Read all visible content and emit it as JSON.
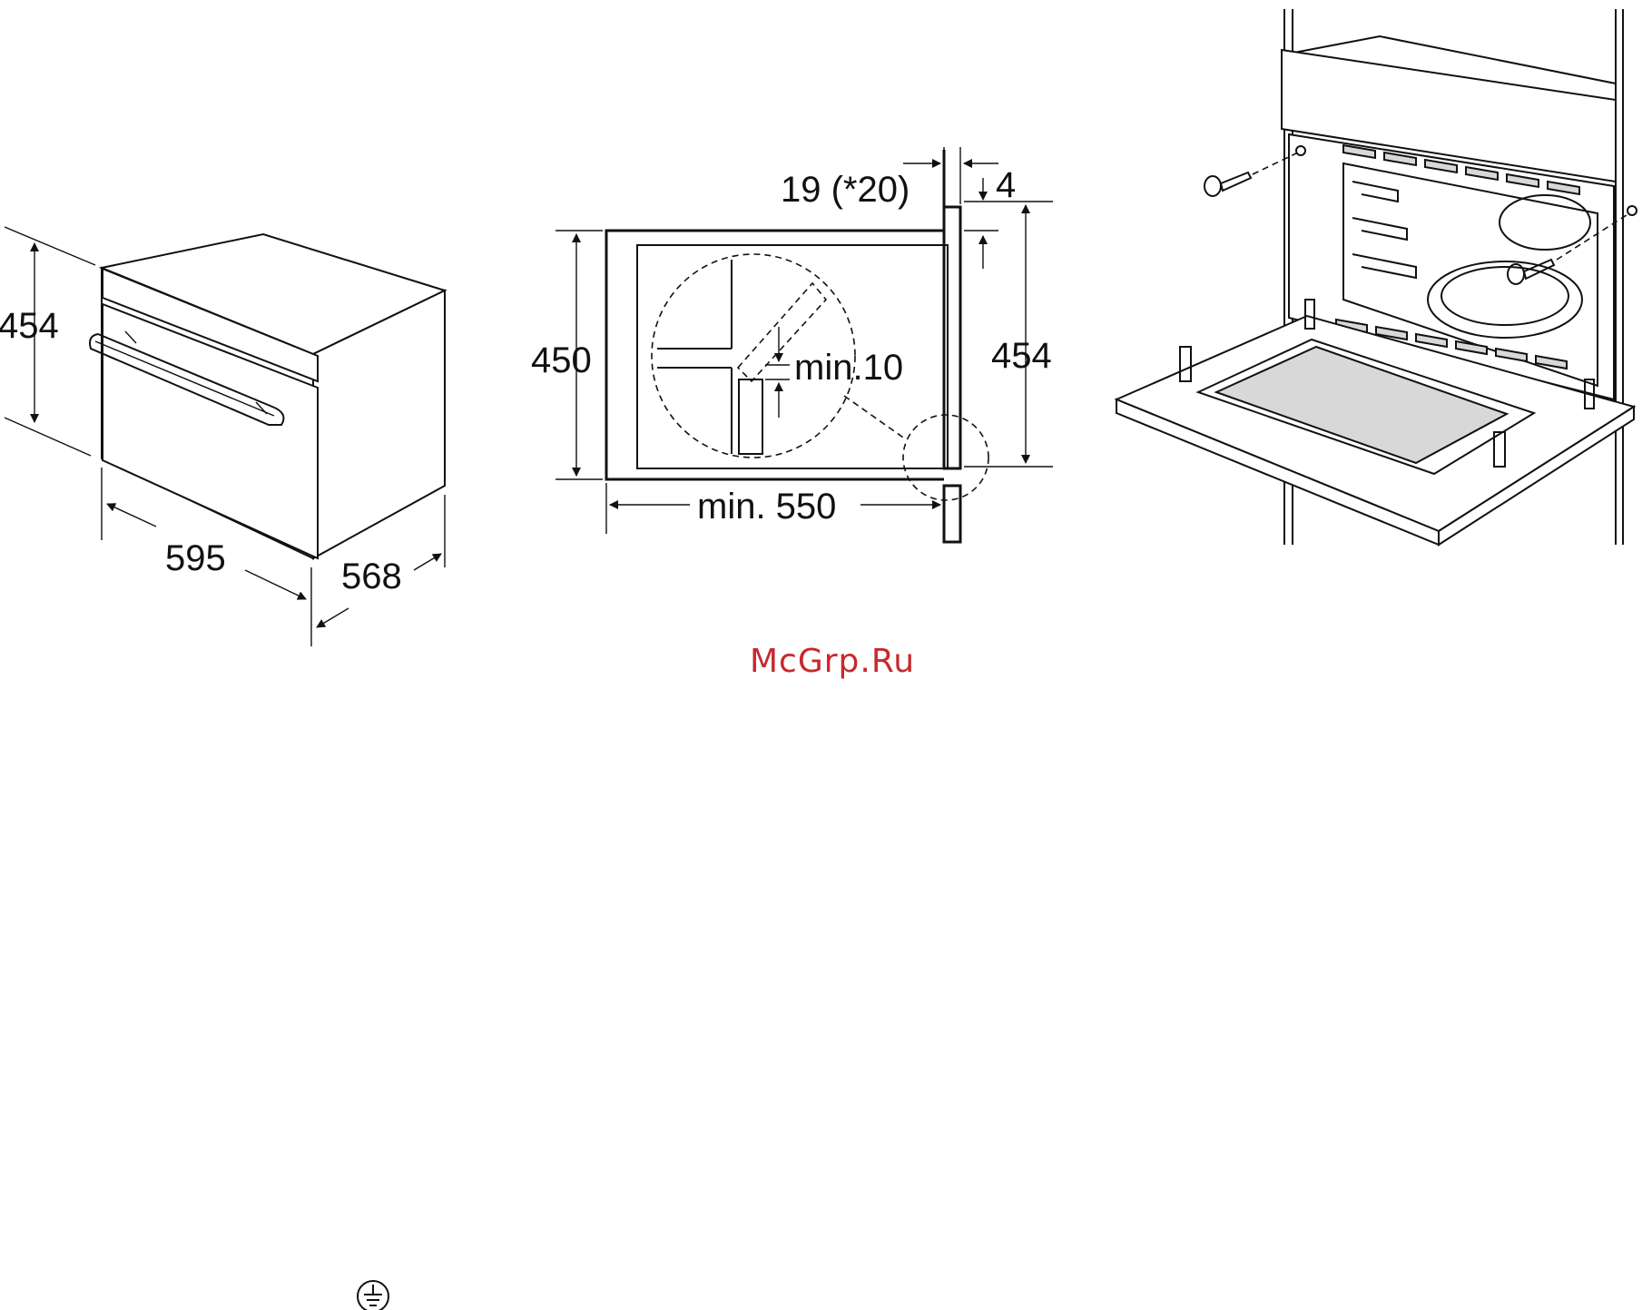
{
  "figure_1": {
    "height_label": "454",
    "width_label": "595",
    "depth_label": "568"
  },
  "figure_2": {
    "front_thickness_label": "19 (*20)",
    "gap_label": "4",
    "niche_height_label": "450",
    "appliance_height_label": "454",
    "detail_gap_label": "min.10",
    "niche_depth_label": "min. 550"
  },
  "watermark": "McGrp.Ru",
  "icons": {
    "ground": "ground-symbol-icon"
  }
}
